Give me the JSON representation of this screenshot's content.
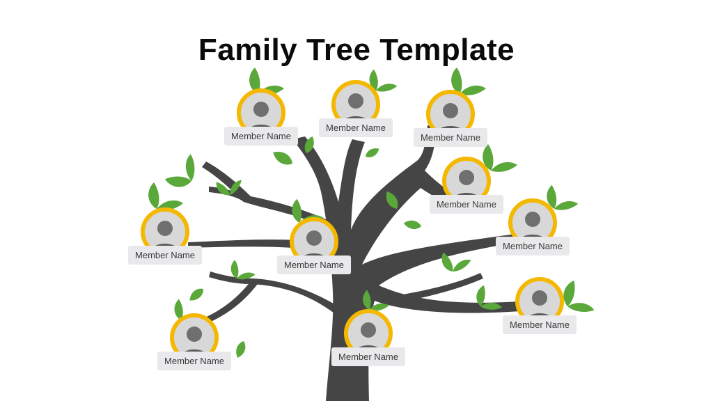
{
  "title": "Family Tree Template",
  "colors": {
    "trunk": "#454545",
    "leaf": "#5aa83a",
    "ring": "#f5b800",
    "tag_bg": "#e9e8ea"
  },
  "members": [
    {
      "id": "top-left",
      "name": "Member Name",
      "icon": "person-photo-icon"
    },
    {
      "id": "top-center",
      "name": "Member Name",
      "icon": "person-photo-icon"
    },
    {
      "id": "top-right",
      "name": "Member Name",
      "icon": "person-photo-icon"
    },
    {
      "id": "right-upper",
      "name": "Member Name",
      "icon": "person-photo-icon"
    },
    {
      "id": "left-middle",
      "name": "Member Name",
      "icon": "person-photo-icon"
    },
    {
      "id": "center-middle",
      "name": "Member Name",
      "icon": "person-photo-icon"
    },
    {
      "id": "right-middle",
      "name": "Member Name",
      "icon": "person-photo-icon"
    },
    {
      "id": "right-lower",
      "name": "Member Name",
      "icon": "person-photo-icon"
    },
    {
      "id": "left-lower",
      "name": "Member Name",
      "icon": "person-photo-icon"
    },
    {
      "id": "bottom-center",
      "name": "Member Name",
      "icon": "person-photo-icon"
    }
  ]
}
